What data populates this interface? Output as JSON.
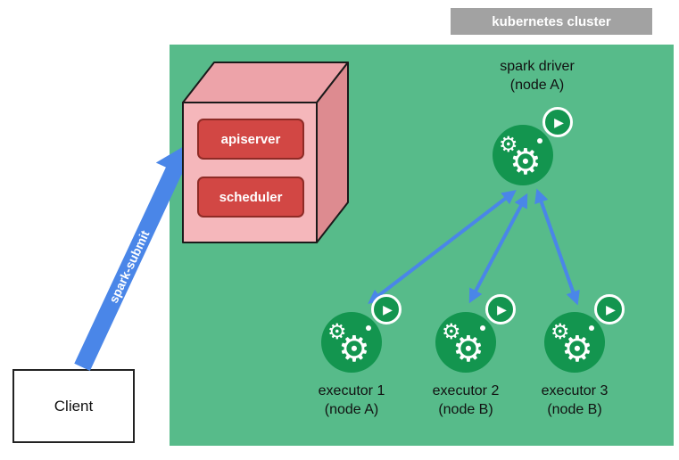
{
  "cluster": {
    "label": "kubernetes cluster"
  },
  "control_plane": {
    "apiserver": "apiserver",
    "scheduler": "scheduler"
  },
  "driver": {
    "name": "spark driver",
    "node": "(node A)"
  },
  "executors": [
    {
      "name": "executor 1",
      "node": "(node A)"
    },
    {
      "name": "executor 2",
      "node": "(node B)"
    },
    {
      "name": "executor 3",
      "node": "(node B)"
    }
  ],
  "client": {
    "label": "Client"
  },
  "spark_submit": {
    "label": "spark-submit"
  },
  "icons": {
    "pod": "spark-pod-icon (gears + play badge)",
    "gear": "gear-icon",
    "play": "play-icon"
  },
  "colors": {
    "cluster_bg": "#57bb8a",
    "icon_green": "#13954f",
    "arrow_blue": "#4a86e8",
    "box_red": "#d24744",
    "box_border": "#8e2b26",
    "cube_front": "#f5b7bb",
    "cube_top": "#eda3a9",
    "cube_side": "#dd8b90",
    "label_gray": "#a2a2a2"
  }
}
